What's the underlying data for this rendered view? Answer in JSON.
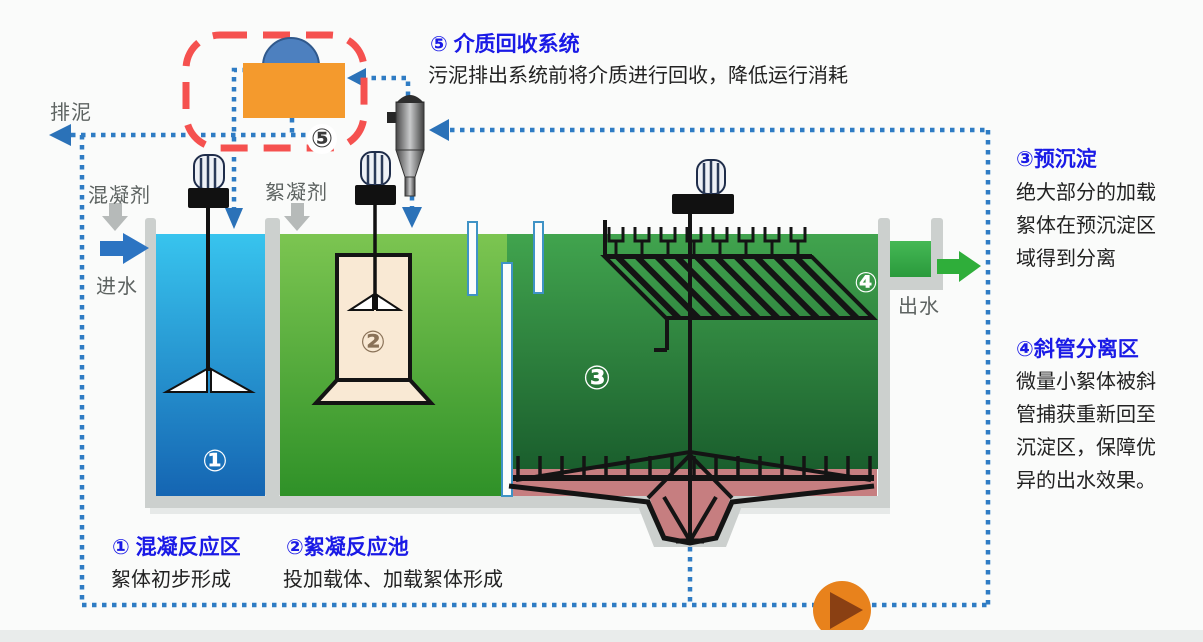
{
  "labels": {
    "sludge_out": "排泥",
    "coagulant": "混凝剂",
    "inlet": "进水",
    "flocculant": "絮凝剂",
    "outlet": "出水"
  },
  "callouts": {
    "c5": {
      "title": "⑤ 介质回收系统",
      "body": "污泥排出系统前将介质进行回收，降低运行消耗"
    },
    "c3": {
      "title": "③预沉淀",
      "body": "绝大部分的加载\n絮体在预沉淀区\n域得到分离"
    },
    "c4": {
      "title": "④斜管分离区",
      "body": "微量小絮体被斜\n管捕获重新回至\n沉淀区，保障优\n异的出水效果。"
    },
    "c1": {
      "title": "① 混凝反应区",
      "body": "絮体初步形成"
    },
    "c2": {
      "title": "②絮凝反应池",
      "body": "投加载体、加载絮体形成"
    }
  },
  "markers": {
    "m1": "①",
    "m2": "②",
    "m3": "③",
    "m4": "④",
    "m5": "⑤"
  },
  "colors": {
    "callout_blue": "#1a1ae6",
    "dotted_line_blue": "#2f7cc4",
    "red_dash": "#f5514f",
    "recovery_box_orange": "#f49a2d",
    "dome_blue": "#4d80bf",
    "tank1_top": "#38c4ee",
    "tank1_bottom": "#1565b2",
    "tank2_top": "#7cc551",
    "tank2_bottom": "#2f9128",
    "tank3_top": "#41a44e",
    "tank3_bottom": "#1a5e2d",
    "sludge_pink": "#c67e80",
    "wall_gray": "#ccd0ce",
    "outlet_green": "#2fae3a",
    "play_button_orange": "#e8821c",
    "play_triangle": "#8a4013"
  }
}
